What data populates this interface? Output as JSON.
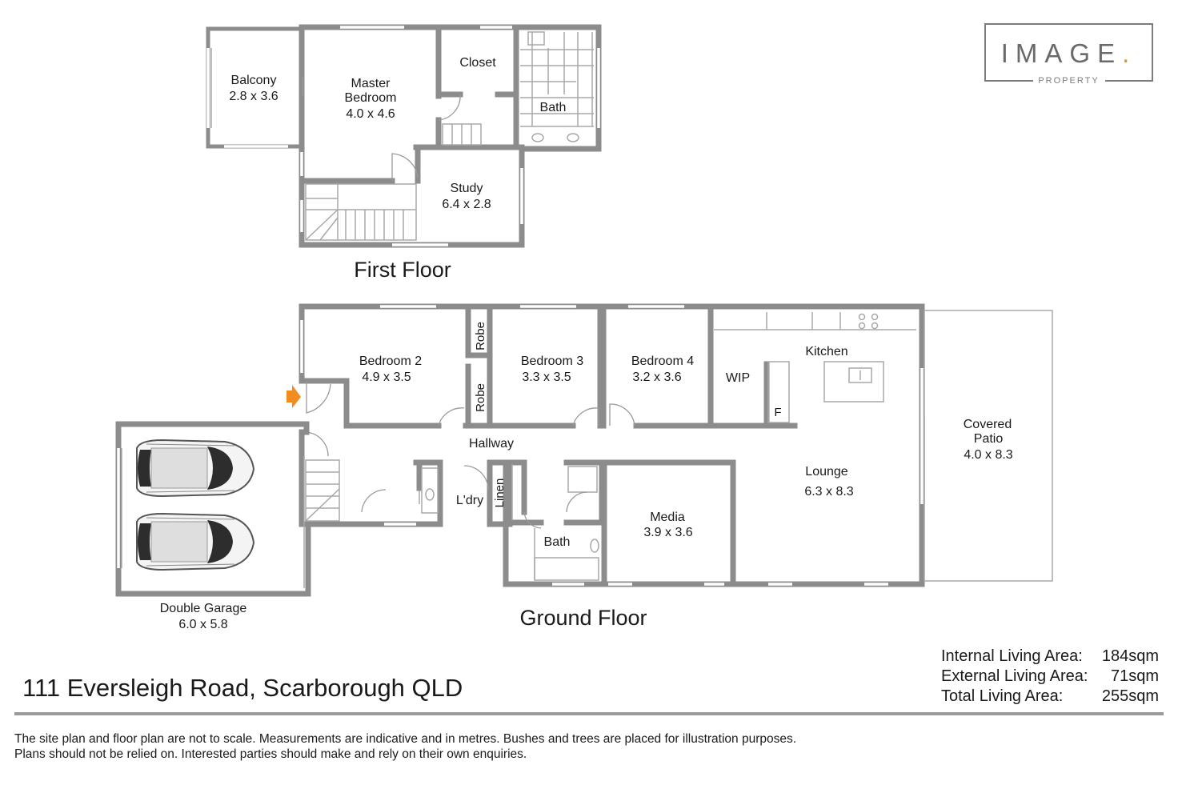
{
  "first_floor": {
    "title": "First Floor",
    "balcony": {
      "name": "Balcony",
      "size": "2.8 x 3.6"
    },
    "master": {
      "name_line1": "Master",
      "name_line2": "Bedroom",
      "size": "4.0 x 4.6"
    },
    "closet": {
      "name": "Closet"
    },
    "bath": {
      "name": "Bath"
    },
    "study": {
      "name": "Study",
      "size": "6.4 x 2.8"
    }
  },
  "ground_floor": {
    "title": "Ground Floor",
    "bedroom2": {
      "name": "Bedroom 2",
      "size": "4.9 x 3.5"
    },
    "bedroom3": {
      "name": "Bedroom 3",
      "size": "3.3 x 3.5"
    },
    "bedroom4": {
      "name": "Bedroom 4",
      "size": "3.2 x 3.6"
    },
    "robe_top": "Robe",
    "robe_bottom": "Robe",
    "wip": "WIP",
    "fridge": "F",
    "kitchen": "Kitchen",
    "hallway": "Hallway",
    "laundry": "L'dry",
    "linen": "Linen",
    "bath": "Bath",
    "media": {
      "name": "Media",
      "size": "3.9 x 3.6"
    },
    "lounge": {
      "name": "Lounge",
      "size": "6.3 x 8.3"
    },
    "patio": {
      "name_line1": "Covered",
      "name_line2": "Patio",
      "size": "4.0 x 8.3"
    },
    "garage": {
      "name": "Double Garage",
      "size": "6.0 x 5.8"
    }
  },
  "address": "111 Eversleigh Road, Scarborough QLD",
  "areas": [
    {
      "label": "Internal Living Area:",
      "value": "184sqm"
    },
    {
      "label": "External Living Area:",
      "value": "71sqm"
    },
    {
      "label": "Total Living Area:",
      "value": "255sqm"
    }
  ],
  "disclaimer": {
    "line1": "The site plan and floor plan are not to scale. Measurements are indicative and in metres. Bushes and trees are placed for illustration purposes.",
    "line2": "Plans should not be relied on. Interested parties should make and rely on their own enquiries."
  },
  "logo": {
    "word": "IMAGE",
    "dot": ".",
    "tagline": "PROPERTY",
    "accent_color": "#f28c1e"
  },
  "colors": {
    "wall": "#8c8c8c",
    "text": "#1a1a1a"
  },
  "icons": [
    "entry-arrow-icon",
    "car-icon"
  ]
}
